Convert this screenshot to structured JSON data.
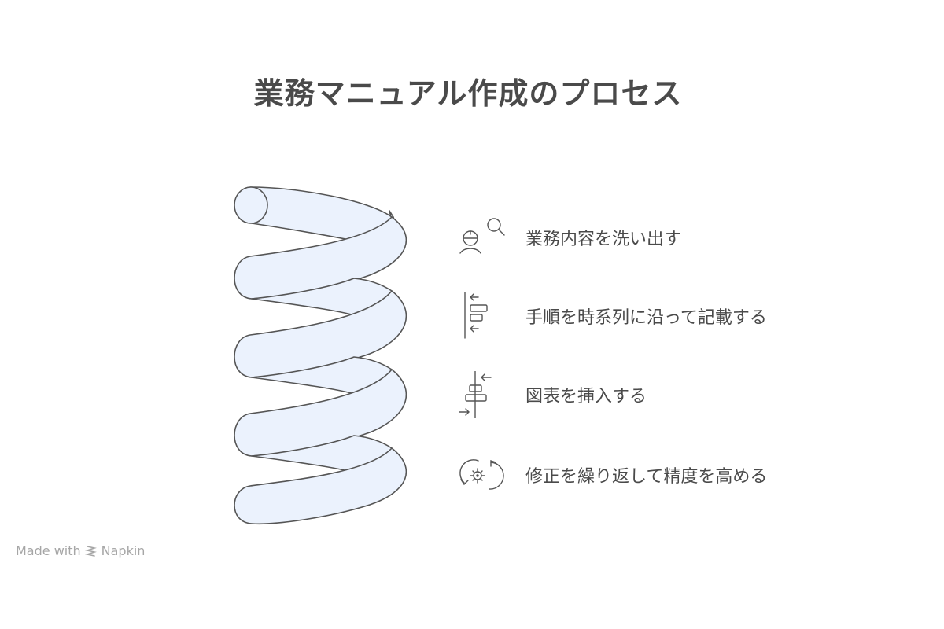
{
  "title": "業務マニュアル作成のプロセス",
  "diagram": {
    "type": "spring-process",
    "colors": {
      "fill": "#ebf2fd",
      "stroke": "#555555",
      "text": "#4a4a4a"
    },
    "steps": [
      {
        "label": "業務内容を洗い出す",
        "icon": "worker-search-icon"
      },
      {
        "label": "手順を時系列に沿って記載する",
        "icon": "align-sequence-icon"
      },
      {
        "label": "図表を挿入する",
        "icon": "center-align-insert-icon"
      },
      {
        "label": "修正を繰り返して精度を高める",
        "icon": "gear-cycle-icon"
      }
    ]
  },
  "footer": {
    "made_with": "Made with",
    "brand": "Napkin"
  }
}
